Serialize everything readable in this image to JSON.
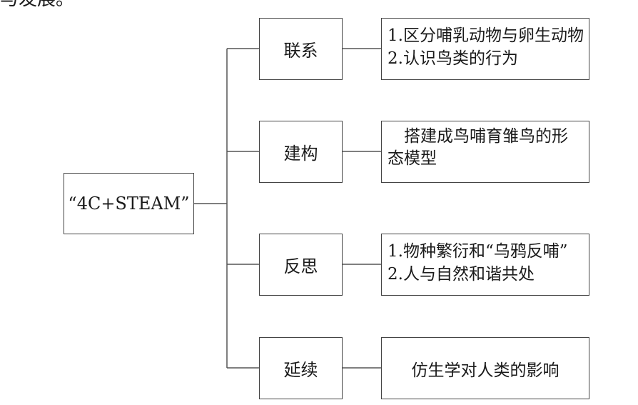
{
  "top_fragment": "与发展。",
  "diagram": {
    "root": {
      "label": "“4C+STEAM”"
    },
    "branches": [
      {
        "category": "联系",
        "detail_lines": [
          "1.区分哺乳动物与卵生动物",
          "2.认识鸟类的行为"
        ]
      },
      {
        "category": "建构",
        "detail_text": "搭建成鸟哺育雏鸟的形态模型"
      },
      {
        "category": "反思",
        "detail_lines": [
          "1.物种繁衍和“乌鸦反哺”",
          "2.人与自然和谐共处"
        ]
      },
      {
        "category": "延续",
        "detail_text": "仿生学对人类的影响"
      }
    ]
  },
  "colors": {
    "line": "#555555",
    "border": "#444444",
    "text": "#1a1a1a"
  }
}
